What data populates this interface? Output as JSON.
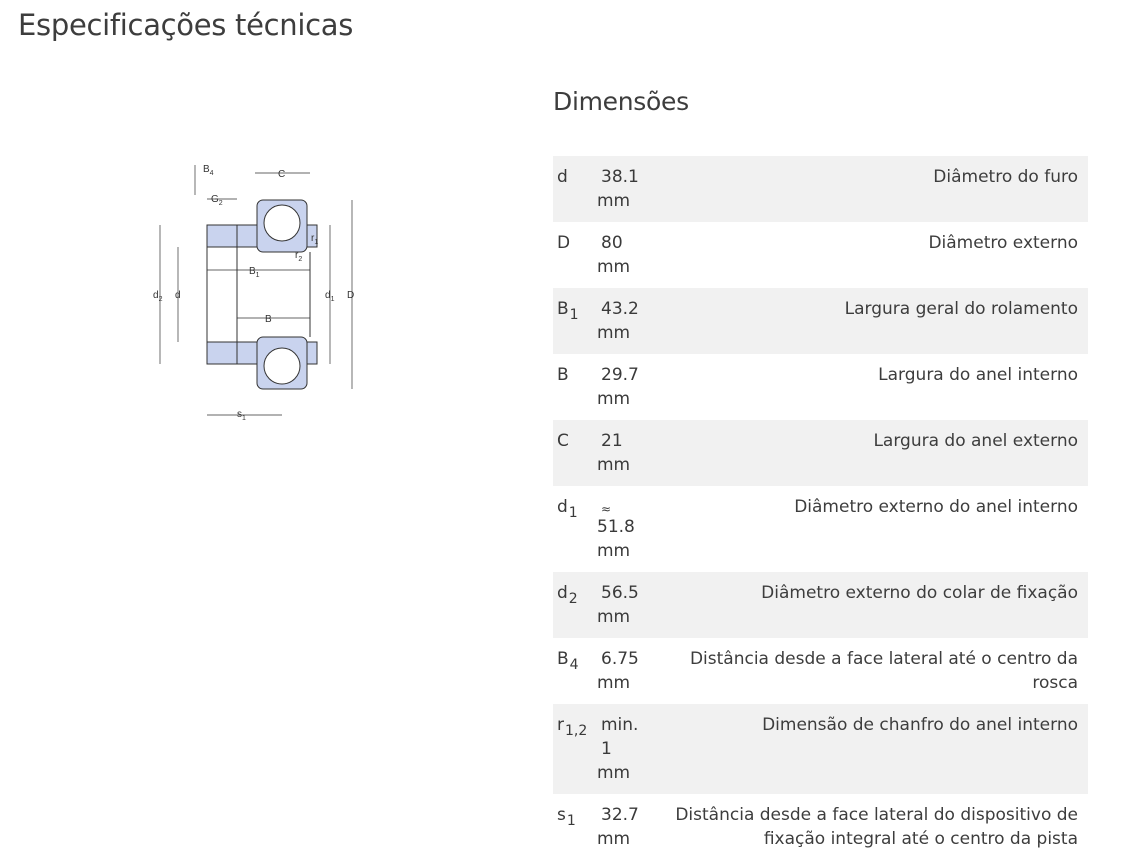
{
  "page_title": "Especificações técnicas",
  "section_title": "Dimensões",
  "diagram": {
    "labels": {
      "B4": "B",
      "B4_sub": "4",
      "G2": "G",
      "G2_sub": "2",
      "C": "C",
      "r1": "r",
      "r1_sub": "1",
      "r2": "r",
      "r2_sub": "2",
      "B1": "B",
      "B1_sub": "1",
      "B": "B",
      "d2": "d",
      "d2_sub": "2",
      "d": "d",
      "d1": "d",
      "d1_sub": "1",
      "D": "D",
      "s1": "s",
      "s1_sub": "1"
    }
  },
  "dimensions": [
    {
      "symbol": "d",
      "sub": "",
      "approx": "",
      "value": "38.1",
      "unit": "mm",
      "description": "Diâmetro do furo"
    },
    {
      "symbol": "D",
      "sub": "",
      "approx": "",
      "value": "80",
      "unit": "mm",
      "description": "Diâmetro externo"
    },
    {
      "symbol": "B",
      "sub": "1",
      "approx": "",
      "value": "43.2",
      "unit": "mm",
      "description": "Largura geral do rolamento"
    },
    {
      "symbol": "B",
      "sub": "",
      "approx": "",
      "value": "29.7",
      "unit": "mm",
      "description": "Largura do anel interno"
    },
    {
      "symbol": "C",
      "sub": "",
      "approx": "",
      "value": "21",
      "unit": "mm",
      "description": "Largura do anel externo"
    },
    {
      "symbol": "d",
      "sub": "1",
      "approx": "≈",
      "value": "51.8",
      "unit": "mm",
      "description": "Diâmetro externo do anel interno"
    },
    {
      "symbol": "d",
      "sub": "2",
      "approx": "",
      "value": "56.5",
      "unit": "mm",
      "description": "Diâmetro externo do colar de fixação"
    },
    {
      "symbol": "B",
      "sub": "4",
      "approx": "",
      "value": "6.75",
      "unit": "mm",
      "description": "Distância desde a face lateral até o centro da rosca"
    },
    {
      "symbol": "r",
      "sub": "1,2",
      "approx": "",
      "value": "min. 1",
      "unit": "mm",
      "description": "Dimensão de chanfro do anel interno"
    },
    {
      "symbol": "s",
      "sub": "1",
      "approx": "",
      "value": "32.7",
      "unit": "mm",
      "description": "Distância desde a face lateral do dispositivo de fixação integral até o centro da pista"
    }
  ]
}
